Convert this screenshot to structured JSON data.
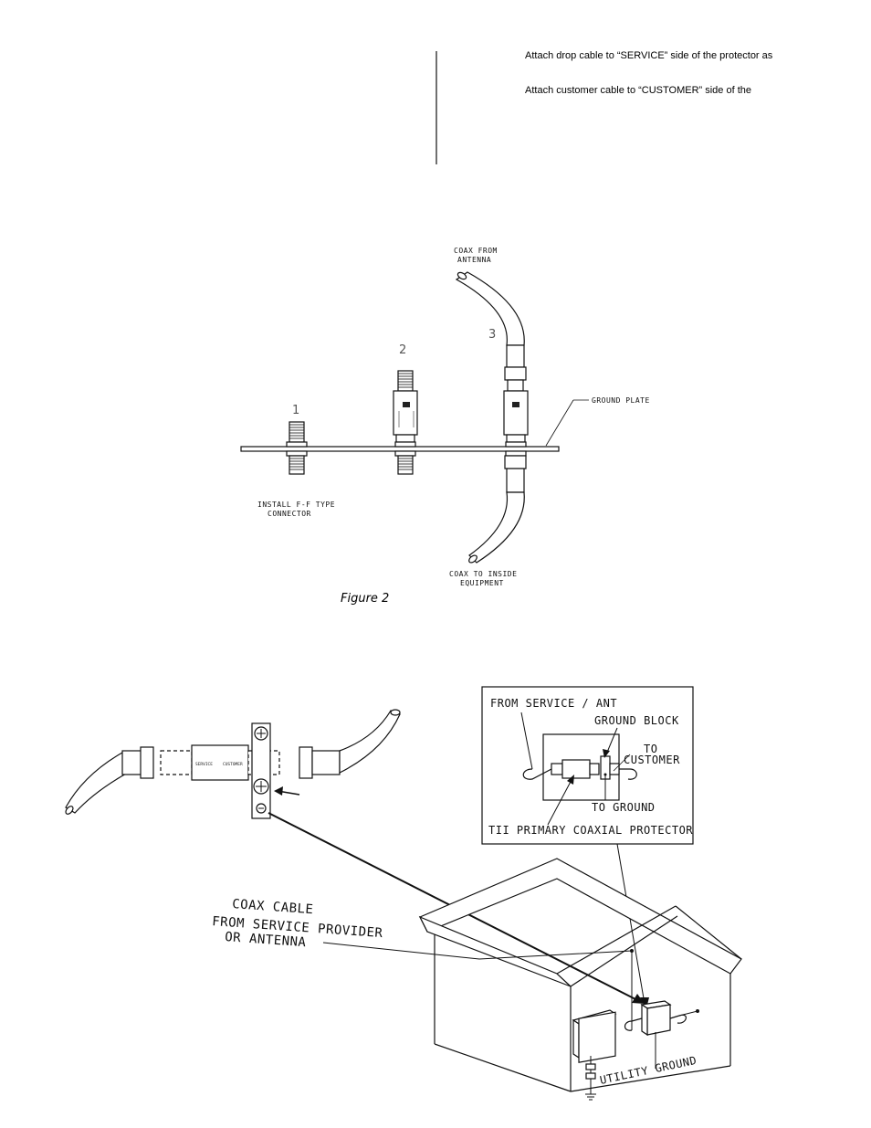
{
  "instructions": {
    "step_service": "Attach drop cable to “SERVICE” side of the protector as",
    "step_customer": "Attach customer cable to “CUSTOMER” side of the"
  },
  "figure2": {
    "caption": "Figure 2",
    "numbers": [
      "1",
      "2",
      "3"
    ],
    "coax_from_line1": "COAX FROM",
    "coax_from_line2": "ANTENNA",
    "ground_plate": "GROUND PLATE",
    "install_line1": "INSTALL F-F TYPE",
    "install_line2": "CONNECTOR",
    "coax_to_line1": "COAX TO INSIDE",
    "coax_to_line2": "EQUIPMENT"
  },
  "figure3": {
    "inset": {
      "from_service": "FROM SERVICE / ANT",
      "ground_block": "GROUND BLOCK",
      "to_line1": "TO",
      "to_line2": "CUSTOMER",
      "to_ground": "TO GROUND",
      "protector": "TII PRIMARY COAXIAL PROTECTOR"
    },
    "coax_cable_line1": "COAX CABLE",
    "coax_cable_line2": "FROM SERVICE PROVIDER",
    "coax_cable_line3": "OR ANTENNA",
    "utility_ground": "UTILITY GROUND",
    "protector_service": "SERVICE",
    "protector_customer": "CUSTOMER"
  }
}
